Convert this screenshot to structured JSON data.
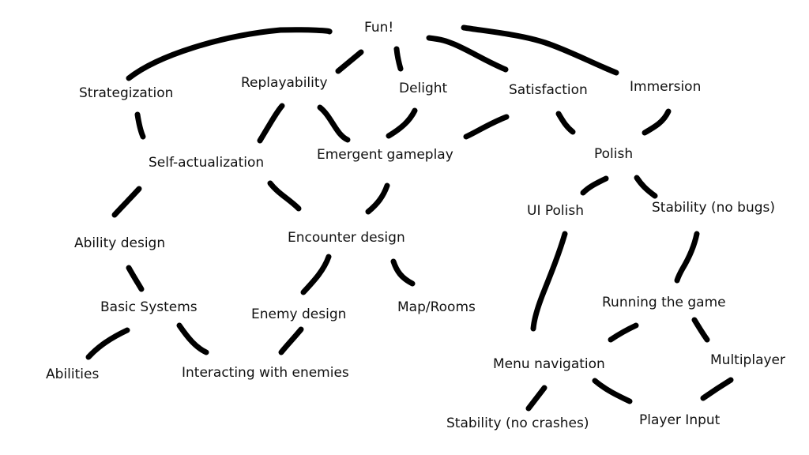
{
  "diagram": {
    "type": "tree",
    "style": "hand-drawn",
    "ink_color": "#000000",
    "background_color": "#ffffff",
    "nodes": {
      "fun": "Fun!",
      "strategization": "Strategization",
      "replayability": "Replayability",
      "delight": "Delight",
      "satisfaction": "Satisfaction",
      "immersion": "Immersion",
      "self_actualization": "Self-actualization",
      "emergent_gameplay": "Emergent gameplay",
      "polish": "Polish",
      "ability_design": "Ability design",
      "encounter_design": "Encounter design",
      "ui_polish": "UI Polish",
      "stability_no_bugs": "Stability (no bugs)",
      "basic_systems": "Basic Systems",
      "enemy_design": "Enemy design",
      "map_rooms": "Map/Rooms",
      "running_the_game": "Running the game",
      "abilities": "Abilities",
      "interacting_with_enemies": "Interacting with enemies",
      "menu_navigation": "Menu navigation",
      "multiplayer": "Multiplayer",
      "stability_no_crashes": "Stability (no crashes)",
      "player_input": "Player Input"
    },
    "edges": [
      [
        "Fun!",
        "Strategization"
      ],
      [
        "Fun!",
        "Replayability"
      ],
      [
        "Fun!",
        "Delight"
      ],
      [
        "Fun!",
        "Satisfaction"
      ],
      [
        "Fun!",
        "Immersion"
      ],
      [
        "Strategization",
        "Self-actualization"
      ],
      [
        "Replayability",
        "Self-actualization"
      ],
      [
        "Replayability",
        "Emergent gameplay"
      ],
      [
        "Delight",
        "Emergent gameplay"
      ],
      [
        "Satisfaction",
        "Emergent gameplay"
      ],
      [
        "Satisfaction",
        "Polish"
      ],
      [
        "Immersion",
        "Polish"
      ],
      [
        "Self-actualization",
        "Ability design"
      ],
      [
        "Self-actualization",
        "Encounter design"
      ],
      [
        "Emergent gameplay",
        "Encounter design"
      ],
      [
        "Polish",
        "UI Polish"
      ],
      [
        "Polish",
        "Stability (no bugs)"
      ],
      [
        "Ability design",
        "Basic Systems"
      ],
      [
        "Encounter design",
        "Enemy design"
      ],
      [
        "Encounter design",
        "Map/Rooms"
      ],
      [
        "Basic Systems",
        "Abilities"
      ],
      [
        "Basic Systems",
        "Interacting with enemies"
      ],
      [
        "Enemy design",
        "Interacting with enemies"
      ],
      [
        "UI Polish",
        "Menu navigation"
      ],
      [
        "Stability (no bugs)",
        "Running the game"
      ],
      [
        "Running the game",
        "Menu navigation"
      ],
      [
        "Running the game",
        "Multiplayer"
      ],
      [
        "Menu navigation",
        "Stability (no crashes)"
      ],
      [
        "Menu navigation",
        "Player Input"
      ],
      [
        "Multiplayer",
        "Player Input"
      ]
    ]
  }
}
